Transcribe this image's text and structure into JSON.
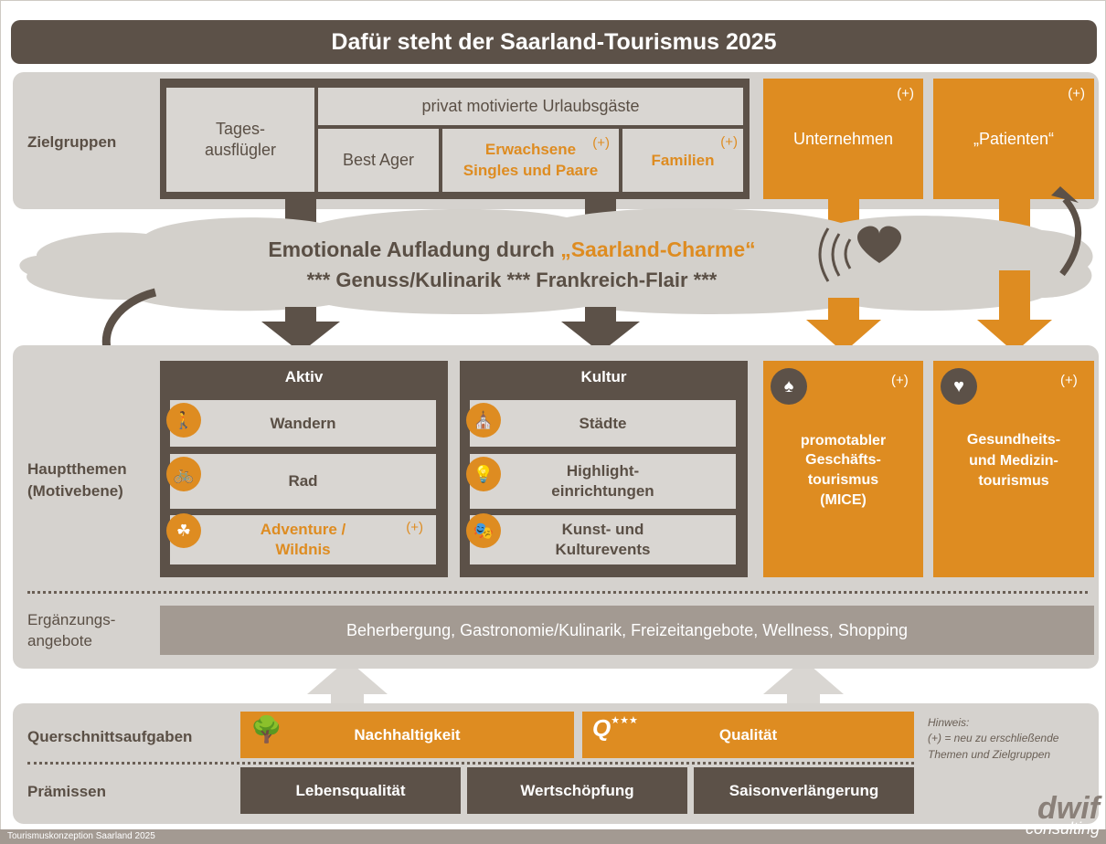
{
  "title": "Dafür steht der Saarland-Tourismus 2025",
  "zielgruppen": {
    "label": "Zielgruppen",
    "tagesausfluegler": "Tages-\nausflügler",
    "privat_header": "privat motivierte Urlaubsgäste",
    "best_ager": "Best Ager",
    "erwachsene": "Erwachsene\nSingles und Paare",
    "familien": "Familien",
    "unternehmen": "Unternehmen",
    "patienten": "„Patienten“",
    "plus": "(+)"
  },
  "cloud": {
    "line1_prefix": "Emotionale Aufladung durch ",
    "line1_highlight": "„Saarland-Charme“",
    "line2": "*** Genuss/Kulinarik *** Frankreich-Flair ***"
  },
  "hauptthemen": {
    "label": "Hauptthemen\n(Motivebene)",
    "aktiv": {
      "title": "Aktiv",
      "items": [
        "Wandern",
        "Rad",
        "Adventure /\nWildnis"
      ]
    },
    "kultur": {
      "title": "Kultur",
      "items": [
        "Städte",
        "Highlight-\neinrichtungen",
        "Kunst- und\nKulturevents"
      ]
    },
    "mice": "promotabler\nGeschäfts-\ntourismus\n(MICE)",
    "gesundheit": "Gesundheits-\nund Medizin-\ntourismus"
  },
  "ergaenzung": {
    "label": "Ergänzungs-\nangebote",
    "text": "Beherbergung, Gastronomie/Kulinarik, Freizeitangebote, Wellness, Shopping"
  },
  "querschnitt": {
    "label": "Querschnittsaufgaben",
    "nachhaltigkeit": "Nachhaltigkeit",
    "qualitaet": "Qualität",
    "q_icon_letter": "Q",
    "hinweis": "Hinweis:\n(+) = neu zu erschließende\nThemen und Zielgruppen"
  },
  "praemissen": {
    "label": "Prämissen",
    "items": [
      "Lebensqualität",
      "Wertschöpfung",
      "Saisonverlängerung"
    ]
  },
  "footer": {
    "left": "Tourismuskonzeption Saarland 2025",
    "logo_main": "dwif",
    "logo_sub": "consulting"
  },
  "colors": {
    "dark": "#5c5148",
    "orange": "#de8c21",
    "panel": "#d5d2ce"
  }
}
